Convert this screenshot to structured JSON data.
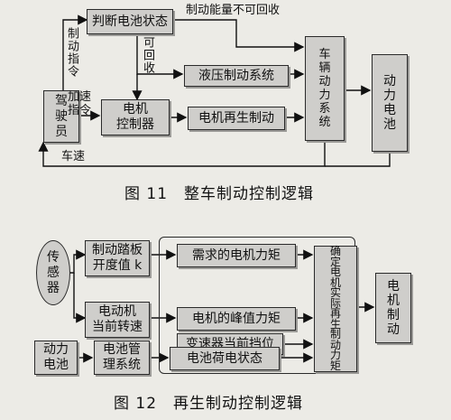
{
  "fig11": {
    "nodes": {
      "driver": "驾\n驶\n员",
      "battery_state": "判断电池状态",
      "hydraulic": "液压制动系统",
      "motor_ctrl": "电机\n控制器",
      "regen": "电机再生制动",
      "vehicle_power": "车\n辆\n动\n力\n系\n统",
      "power_battery": "动\n力\n电\n池"
    },
    "labels": {
      "brake_cmd": "制动指令",
      "accel_cmd": "加速\n指令",
      "non_recoverable": "制动能量不可回收",
      "recoverable": "可回收",
      "speed": "车速"
    },
    "caption": "图 11　整车制动控制逻辑"
  },
  "fig12": {
    "nodes": {
      "sensor": "传\n感\n器",
      "pedal": "制动踏板\n开度值 k",
      "motor_speed": "电动机\n当前转速",
      "demand_torque": "需求的电机力矩",
      "peak_torque": "电机的峰值力矩",
      "gear": "变速器当前挡位",
      "power_battery": "动力\n电池",
      "bms": "电池管\n理系统",
      "soc": "电池荷电状态",
      "determine": "确\n定\n电\n机\n实\n际\n再\n生\n制\n动\n力\n矩",
      "motor_brake": "电\n机\n制\n动"
    },
    "caption": "图 12　再生制动控制逻辑"
  }
}
